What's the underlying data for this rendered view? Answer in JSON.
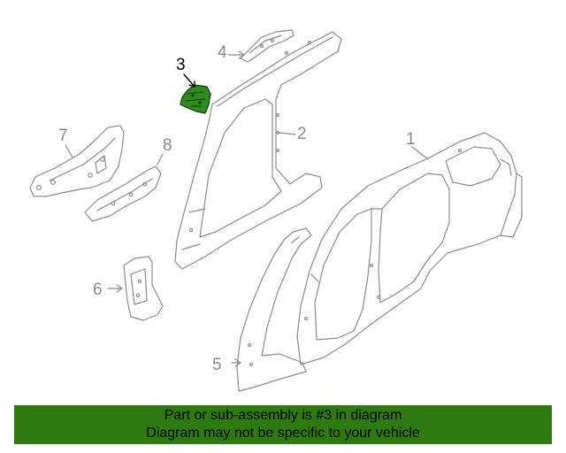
{
  "highlighted_part": "3",
  "callouts": [
    {
      "label": "1",
      "highlight": false
    },
    {
      "label": "2",
      "highlight": false
    },
    {
      "label": "3",
      "highlight": true
    },
    {
      "label": "4",
      "highlight": false
    },
    {
      "label": "5",
      "highlight": false
    },
    {
      "label": "6",
      "highlight": false
    },
    {
      "label": "7",
      "highlight": false
    },
    {
      "label": "8",
      "highlight": false
    }
  ],
  "banner": {
    "line1": "Part or sub-assembly is #3 in diagram",
    "line2": "Diagram may not be specific to your vehicle"
  },
  "colors": {
    "line": "#8c8c8c",
    "callout": "#8a8a8a",
    "highlight_part": "#2e8b1e",
    "banner": "#2d7a10"
  }
}
